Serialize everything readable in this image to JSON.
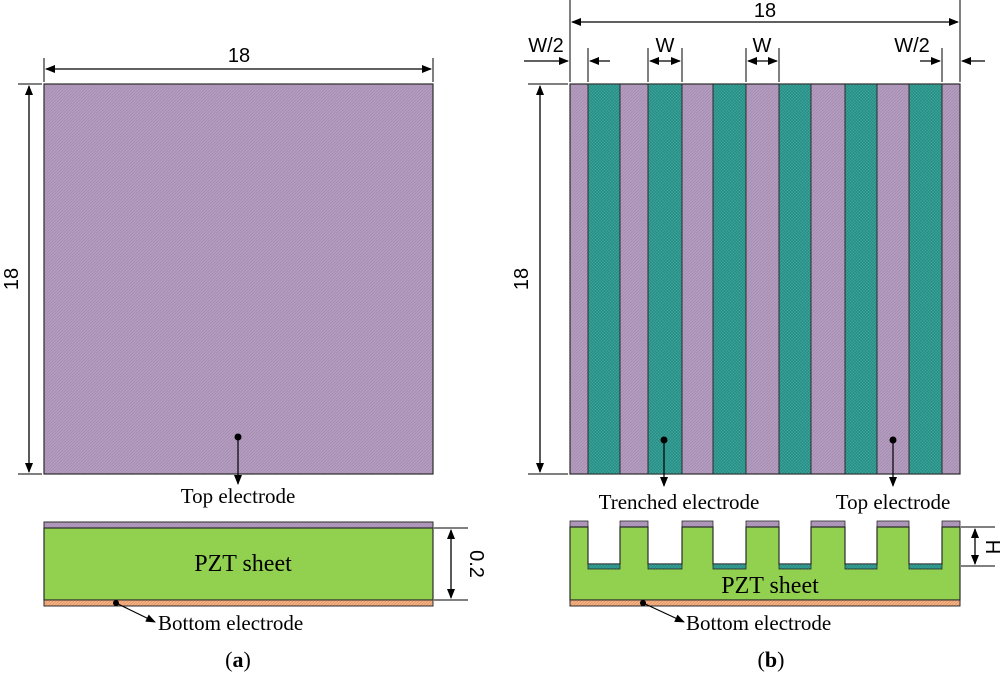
{
  "panel_a": {
    "top_dim": "18",
    "side_dim": "18",
    "label_top_electrode": "Top electrode",
    "label_pzt": "PZT sheet",
    "thickness_dim": "0.2",
    "label_bottom_electrode": "Bottom electrode",
    "caption_letter": "a"
  },
  "panel_b": {
    "top_dim": "18",
    "side_dim": "18",
    "dim_half_left": "W/2",
    "dim_w1": "W",
    "dim_w2": "W",
    "dim_half_right": "W/2",
    "label_trenched_electrode": "Trenched electrode",
    "label_top_electrode": "Top electrode",
    "label_pzt": "PZT sheet",
    "height_dim": "H",
    "label_bottom_electrode": "Bottom electrode",
    "caption_letter": "b"
  },
  "colors": {
    "top_electrode": "#b49cbf",
    "trenched_electrode": "#2a8f86",
    "pzt": "#92d050",
    "bottom_electrode": "#f4b183",
    "outline": "#2b2b2b"
  }
}
